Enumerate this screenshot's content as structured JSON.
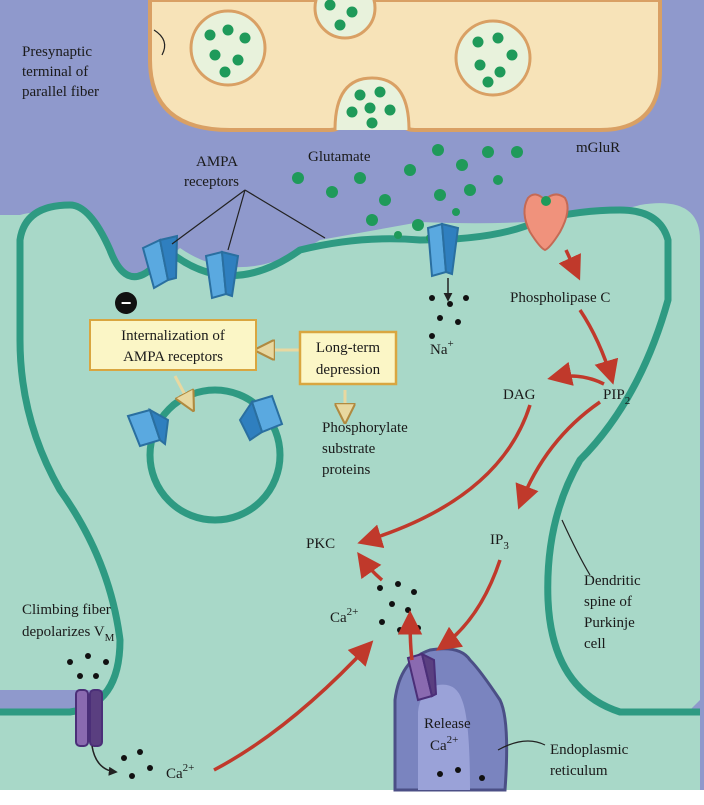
{
  "labels": {
    "presynaptic": [
      "Presynaptic",
      "terminal of",
      "parallel fiber"
    ],
    "glutamate": "Glutamate",
    "mglur": "mGluR",
    "ampa": [
      "AMPA",
      "receptors"
    ],
    "na": "Na",
    "na_sup": "+",
    "phospholipase": "Phospholipase C",
    "internalization": [
      "Internalization of",
      "AMPA receptors"
    ],
    "ltd": [
      "Long-term",
      "depression"
    ],
    "dag": "DAG",
    "pip": "PIP",
    "pip_sub": "2",
    "phosphorylate": [
      "Phosphorylate",
      "substrate",
      "proteins"
    ],
    "pkc": "PKC",
    "ip": "IP",
    "ip_sub": "3",
    "ca_center": "Ca",
    "ca_sup": "2+",
    "climbing": "Climbing fiber",
    "depolarizes": "depolarizes V",
    "vm_sub": "M",
    "ca_bottom": "Ca",
    "release": "Release",
    "release_ca": "Ca",
    "dendritic": [
      "Dendritic",
      "spine of",
      "Purkinje",
      "cell"
    ],
    "er": [
      "Endoplasmic",
      "reticulum"
    ]
  },
  "minus_sign": "−",
  "colors": {
    "background": "#8f99cc",
    "spine_fill": "#a8d8c8",
    "membrane": "#2e9a82",
    "terminal_fill": "#f7e3b8",
    "terminal_edge": "#d9a064",
    "vesicle_fill": "#e8f2dc",
    "glutamate": "#1f9a5a",
    "receptor_blue": "#5aa9e0",
    "receptor_purple": "#8a6ab0",
    "mglur": "#f0927c",
    "arrow": "#c0392b",
    "box_fill": "#fbf6c6",
    "box_edge": "#d9a640",
    "er_fill": "#7a84bf"
  }
}
